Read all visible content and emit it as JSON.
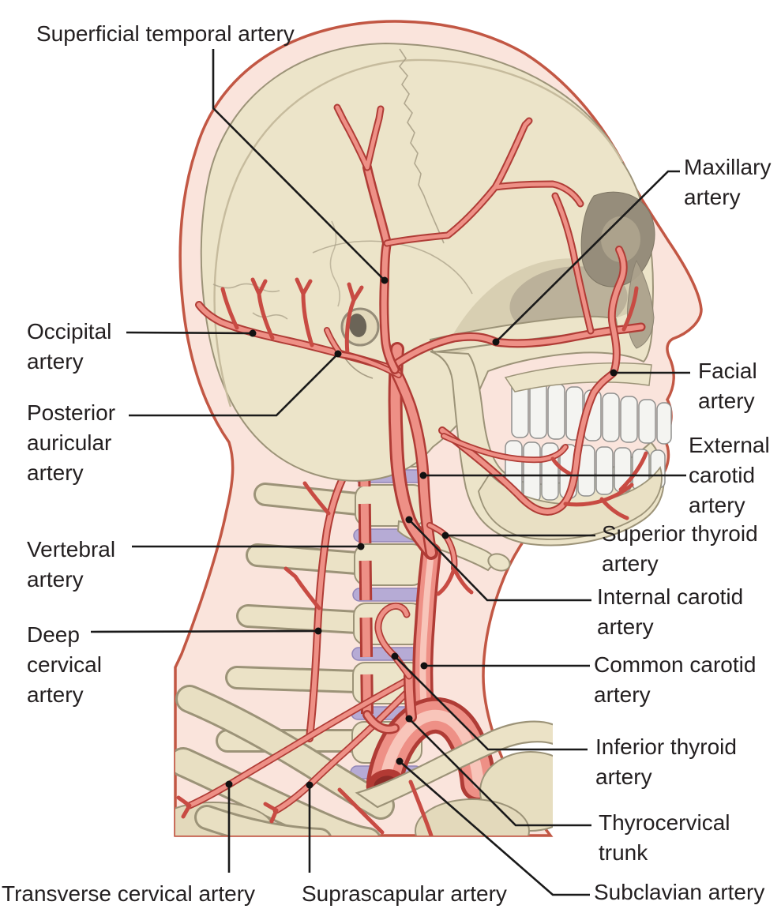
{
  "labels": [
    {
      "id": "superficial-temporal-artery",
      "text": "Superficial temporal artery"
    },
    {
      "id": "maxillary-artery",
      "text": "Maxillary\nartery"
    },
    {
      "id": "occipital-artery",
      "text": "Occipital\nartery"
    },
    {
      "id": "posterior-auricular-artery",
      "text": "Posterior\nauricular\nartery"
    },
    {
      "id": "facial-artery",
      "text": "Facial\nartery"
    },
    {
      "id": "external-carotid-artery",
      "text": "External\ncarotid\nartery"
    },
    {
      "id": "superior-thyroid-artery",
      "text": "Superior thyroid\nartery"
    },
    {
      "id": "vertebral-artery",
      "text": "Vertebral\nartery"
    },
    {
      "id": "internal-carotid-artery",
      "text": "Internal carotid\nartery"
    },
    {
      "id": "deep-cervical-artery",
      "text": "Deep\ncervical\nartery"
    },
    {
      "id": "common-carotid-artery",
      "text": "Common carotid\nartery"
    },
    {
      "id": "inferior-thyroid-artery",
      "text": "Inferior thyroid\nartery"
    },
    {
      "id": "thyrocervical-trunk",
      "text": "Thyrocervical\ntrunk"
    },
    {
      "id": "subclavian-artery",
      "text": "Subclavian artery"
    },
    {
      "id": "transverse-cervical-artery",
      "text": "Transverse cervical artery"
    },
    {
      "id": "suprascapular-artery",
      "text": "Suprascapular artery"
    }
  ],
  "colors": {
    "background": "#FFFFFF",
    "skin": "#FAE4DC",
    "skin_outline": "#C25744",
    "bone": "#ECE4C9",
    "bone_outline": "#9C9378",
    "artery_dark": "#B03C36",
    "artery_light": "#EE9086",
    "artery_highlight": "#F8C5BA",
    "disc_purple": "#B6ABD5",
    "leader_line": "#1A1A1A",
    "label_text": "#231F20"
  }
}
